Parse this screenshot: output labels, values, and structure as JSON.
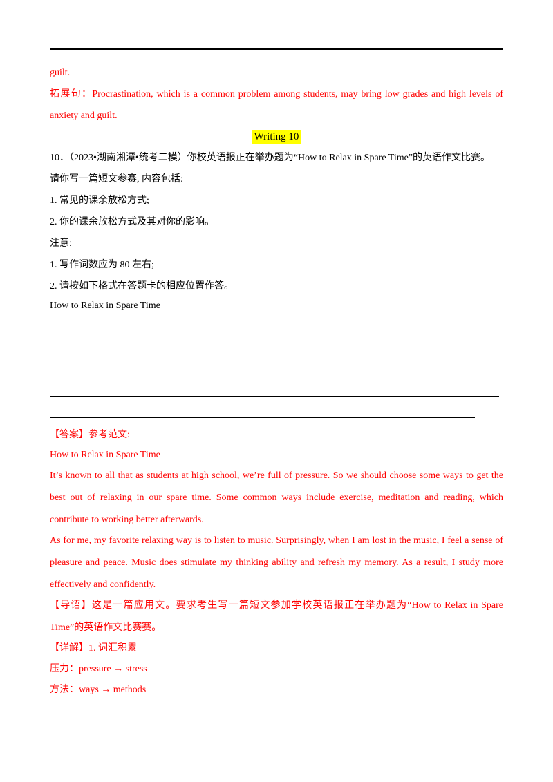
{
  "lines": {
    "l01": "guilt.",
    "l02": "拓展句：Procrastination, which is a common problem among students, may bring low grades and high levels of",
    "l03": "anxiety and guilt.",
    "title": "Writing  10",
    "l04": "10．（2023•湖南湘潭•统考二模）你校英语报正在举办题为“How to Relax in Spare Time”的英语作文比赛。",
    "l05": "请你写一篇短文参赛, 内容包括:",
    "l06": "1. 常见的课余放松方式;",
    "l07": "2. 你的课余放松方式及其对你的影响。",
    "l08": "注意:",
    "l09": "1. 写作词数应为 80 左右;",
    "l10": "2. 请按如下格式在答题卡的相应位置作答。",
    "l11": "How to Relax in Spare Time",
    "l12": "【答案】参考范文:",
    "l13": "How to Relax in Spare Time",
    "l14": "It’s known to all that as students at high school, we’re full of pressure. So we should choose some ways to get the",
    "l15": "best out of relaxing in our spare time. Some common ways include exercise, meditation and reading, which",
    "l16": "contribute to working better afterwards.",
    "l17": "As for me, my favorite relaxing way is to listen to music. Surprisingly, when I am lost in the music, I feel a sense of",
    "l18": "pleasure and peace. Music does stimulate my thinking ability and refresh my memory. As a result, I study more",
    "l19": "effectively and confidently.",
    "l20": "【导语】这是一篇应用文。要求考生写一篇短文参加学校英语报正在举办题为“How to Relax in Spare",
    "l21": "Time”的英语作文比赛赛。",
    "l22": "【详解】1. 词汇积累",
    "l23": "压力：pressure → stress",
    "l24": "方法：ways → methods"
  },
  "colors": {
    "answer": "#ff0000",
    "highlight": "#ffff00",
    "text": "#000000"
  }
}
